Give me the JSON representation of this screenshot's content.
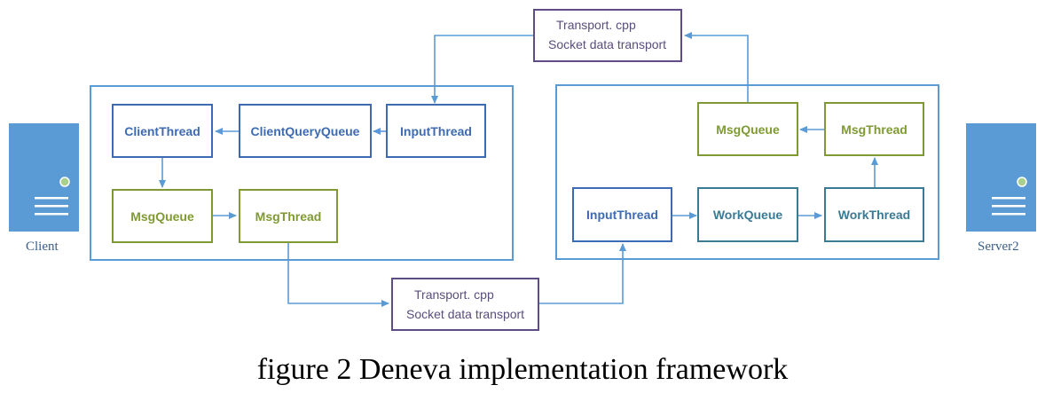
{
  "caption": "figure 2 Deneva implementation framework",
  "colors": {
    "frame": "#5b9bd5",
    "arrow": "#5b9bd5",
    "blue_node": "#3d6bb3",
    "green_node": "#7f9a35",
    "teal_node": "#3a7a95",
    "transport_border": "#5f4b86",
    "server_fill": "#5b9bd5",
    "server_light": "#a9d18e"
  },
  "servers": {
    "left": {
      "label": "Client",
      "icon": "server-icon"
    },
    "right": {
      "label": "Server2",
      "icon": "server-icon"
    }
  },
  "transport_top": {
    "line1": "Transport. cpp",
    "line2": "Socket data transport"
  },
  "transport_bottom": {
    "line1": "Transport. cpp",
    "line2": "Socket data transport"
  },
  "client_box": {
    "client_thread": "ClientThread",
    "client_query_queue": "ClientQueryQueue",
    "input_thread": "InputThread",
    "msg_queue": "MsgQueue",
    "msg_thread": "MsgThread"
  },
  "server_box": {
    "msg_queue": "MsgQueue",
    "msg_thread": "MsgThread",
    "input_thread": "InputThread",
    "work_queue": "WorkQueue",
    "work_thread": "WorkThread"
  }
}
